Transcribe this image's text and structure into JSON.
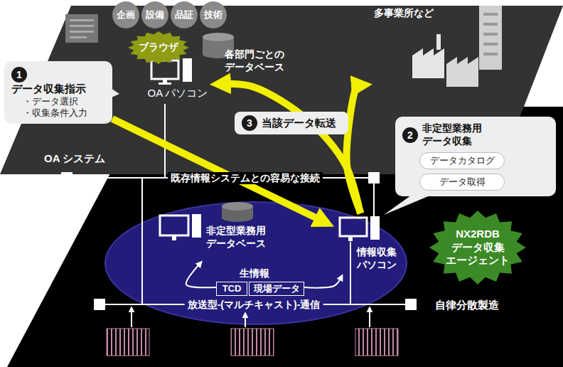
{
  "diagram": {
    "nodes": [
      {
        "text": [
          "OA システム"
        ]
      },
      {
        "text": [
          "企画"
        ],
        "in": 0
      },
      {
        "text": [
          "設備"
        ],
        "in": 0
      },
      {
        "text": [
          "品証"
        ],
        "in": 0
      },
      {
        "text": [
          "技術"
        ],
        "in": 0
      },
      {
        "text": [
          "ブラウザ"
        ],
        "in": 0
      },
      {
        "text": [
          "OA パソコン"
        ],
        "in": 0
      },
      {
        "text": [
          "各部門ごとの データベース"
        ],
        "in": 0
      },
      {
        "text": [
          "多事業所など"
        ],
        "in": 0
      },
      {
        "text": [
          "自律分散製造"
        ]
      },
      {
        "text": [
          "非定型業務用 データベース"
        ],
        "in": 9
      },
      {
        "text": [
          "情報収集 パソコン"
        ],
        "in": 9
      },
      {
        "text": [
          "TCD"
        ],
        "in": 9
      },
      {
        "text": [
          "現場データ"
        ],
        "in": 9
      },
      {
        "text": [
          "NX2RDB データ収集 エージェント"
        ],
        "in": 9
      },
      {
        "text": [
          "1",
          "データ収集指示",
          "・データ選択",
          "・収集条件入力"
        ]
      },
      {
        "text": [
          "2",
          "非定型業務用 データ収集"
        ]
      },
      {
        "text": [
          "データカタログ"
        ],
        "in": 16
      },
      {
        "text": [
          "データ取得"
        ],
        "in": 16
      },
      {
        "text": [
          "3",
          "当該データ転送"
        ],
        "in": 0
      }
    ],
    "edges": [
      {
        "from": 15,
        "to": 11,
        "arrow": "to"
      },
      {
        "from": 11,
        "to": 6,
        "arrow": "to"
      },
      {
        "from": 11,
        "to": 8,
        "arrow": "to"
      },
      {
        "from": 12,
        "to": 10,
        "arrow": "to"
      },
      {
        "from": 13,
        "to": 11,
        "arrow": "to"
      }
    ],
    "labels": [
      "既存情報システムとの容易な接続",
      "生情報",
      "放送型-(マルチキャスト)-通信"
    ]
  }
}
